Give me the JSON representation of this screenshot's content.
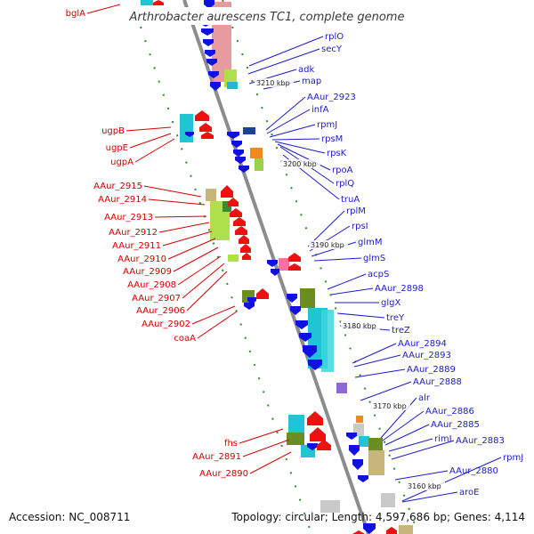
{
  "title": "Arthrobacter aurescens TC1, complete genome",
  "accession": "Accession: NC_008711",
  "summary": "Topology: circular; Length: 4,597,686 bp; Genes: 4,114",
  "colors": {
    "forward_label": "#1c1cc8",
    "reverse_label": "#d40000",
    "forward_arrow": "#1010e0",
    "reverse_arrow": "#ee1111",
    "backbone": "#8c8c8c",
    "guide_dots": "#2e8b2e"
  },
  "scale_ticks": [
    "3210 kbp",
    "3200 kbp",
    "3190 kbp",
    "3180 kbp",
    "3170 kbp",
    "3160 kbp"
  ],
  "forward_genes": [
    "rplO",
    "secY",
    "adk",
    "map",
    "AAur_2923",
    "infA",
    "rpmJ",
    "rpsM",
    "rpsK",
    "rpoA",
    "rplQ",
    "truA",
    "rplM",
    "rpsI",
    "glmM",
    "glmS",
    "acpS",
    "AAur_2898",
    "glgX",
    "treY",
    "treZ",
    "AAur_2894",
    "AAur_2893",
    "AAur_2889",
    "AAur_2888",
    "alr",
    "AAur_2886",
    "AAur_2885",
    "rimI",
    "AAur_2883",
    "AAur_2880",
    "rpmJ",
    "aroE"
  ],
  "reverse_genes": [
    "bglA",
    "ugpB",
    "ugpE",
    "ugpA",
    "AAur_2915",
    "AAur_2914",
    "AAur_2913",
    "AAur_2912",
    "AAur_2911",
    "AAur_2910",
    "AAur_2909",
    "AAur_2908",
    "AAur_2907",
    "AAur_2906",
    "AAur_2902",
    "coaA",
    "fhs",
    "AAur_2891",
    "AAur_2890"
  ]
}
